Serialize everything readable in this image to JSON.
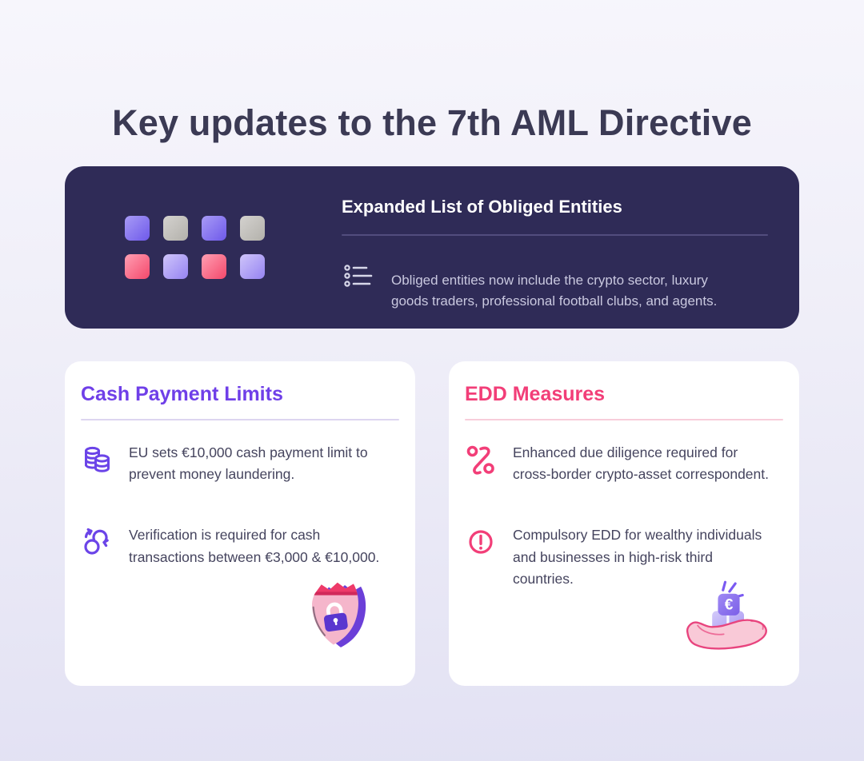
{
  "page": {
    "title": "Key updates to the 7th AML Directive",
    "background_top": "#f7f6fc",
    "background_bottom": "#e2e1f3",
    "text_dark": "#3b3a54"
  },
  "banner": {
    "title": "Expanded List of Obliged Entities",
    "description": "Obliged entities now include the crypto sector, luxury\ngoods traders, professional football clubs, and agents.",
    "bg": "#2f2b57",
    "divider_color": "#524d7e",
    "icon": "bullet-list-icon",
    "illustration": "squares-grid",
    "square_colors": [
      {
        "from": "#a89bf6",
        "to": "#6e59ea"
      },
      {
        "from": "#d4d2cf",
        "to": "#b3b1ab"
      },
      {
        "from": "#a89bf6",
        "to": "#6e59ea"
      },
      {
        "from": "#d4d2cf",
        "to": "#b3b1ab"
      },
      {
        "from": "#ff9fb3",
        "to": "#f4486b"
      },
      {
        "from": "#cfc5fa",
        "to": "#9583f2"
      },
      {
        "from": "#ff9fb3",
        "to": "#f4486b"
      },
      {
        "from": "#cfc5fa",
        "to": "#9583f2"
      }
    ]
  },
  "cards": [
    {
      "title": "Cash Payment Limits",
      "accent": "#6f3fe8",
      "divider_color": "#ddd5f0",
      "items": [
        {
          "icon": "coins-icon",
          "text": "EU sets €10,000 cash payment limit to\nprevent money laundering."
        },
        {
          "icon": "sync-arrows-icon",
          "text": "Verification is required for cash\ntransactions between €3,000 & €10,000."
        }
      ],
      "illustration": "shield-lock"
    },
    {
      "title": "EDD Measures",
      "accent": "#f23e78",
      "divider_color": "#f8cdda",
      "items": [
        {
          "icon": "percent-icon",
          "text": "Enhanced due diligence required for\ncross-border crypto-asset correspondent."
        },
        {
          "icon": "alert-circle-icon",
          "text": "Compulsory EDD for wealthy individuals\nand businesses in high-risk third\ncountries."
        }
      ],
      "illustration": "hand-euro-coin",
      "coin_symbol": "€"
    }
  ]
}
